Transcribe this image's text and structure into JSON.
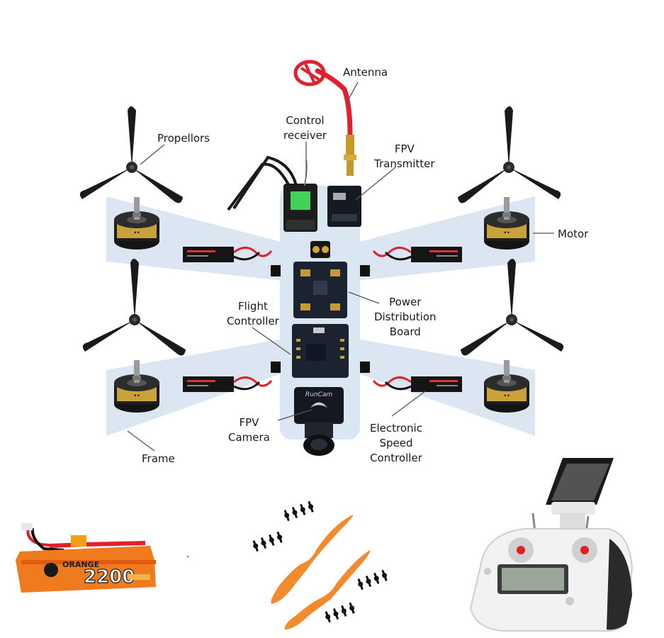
{
  "labels": {
    "antenna": "Antenna",
    "control_receiver": [
      "Control",
      "receiver"
    ],
    "fpv_transmitter": [
      "FPV",
      "Transmitter"
    ],
    "propellors": "Propellors",
    "motor": "Motor",
    "flight_controller": [
      "Flight",
      "Controller"
    ],
    "power_distribution_board": [
      "Power",
      "Distribution",
      "Board"
    ],
    "fpv_camera": [
      "FPV",
      "Camera"
    ],
    "electronic_speed_controller": [
      "Electronic",
      "Speed",
      "Controller"
    ],
    "frame": "Frame"
  },
  "battery": {
    "brand": "ORANGE",
    "capacity": "2200"
  },
  "camera_brand": "RunCam",
  "colors": {
    "frame_fill": "#dbe6f3",
    "arm_fill": "#d6e2f0",
    "propeller": "#1a1a1a",
    "motor_gold": "#c9a23a",
    "antenna_red": "#e0202c",
    "pcb": "#1b2230",
    "battery_orange": "#f07a1e",
    "spare_propeller": "#f28a2e",
    "leader_line": "#555555"
  },
  "icons": [
    "propeller-icon",
    "motor-icon",
    "esc-icon",
    "antenna-icon",
    "receiver-icon",
    "transmitter-icon",
    "pdb-icon",
    "flight-controller-icon",
    "camera-icon",
    "battery-icon",
    "spare-propellers-icon",
    "radio-controller-icon"
  ]
}
